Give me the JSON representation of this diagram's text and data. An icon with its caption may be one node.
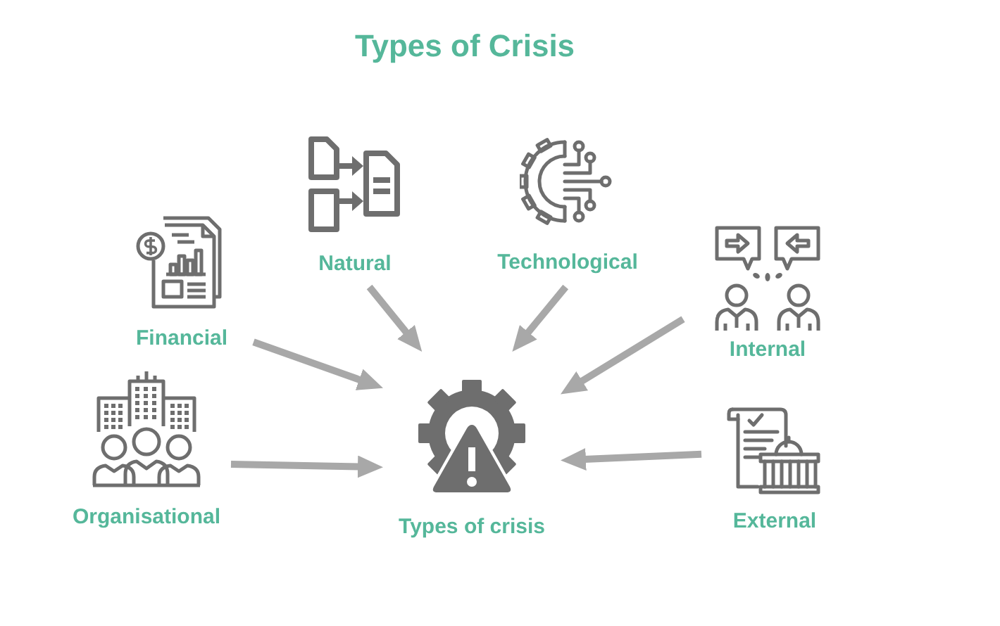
{
  "diagram": {
    "title": "Types of Crisis",
    "nodes": [
      {
        "text": [
          "Natural"
        ]
      },
      {
        "text": [
          "Technological"
        ]
      },
      {
        "text": [
          "Financial"
        ]
      },
      {
        "text": [
          "Internal"
        ]
      },
      {
        "text": [
          "Organisational"
        ]
      },
      {
        "text": [
          "Types of crisis"
        ]
      },
      {
        "text": [
          "External"
        ]
      }
    ],
    "edges": [
      {
        "from": 0,
        "to": 5,
        "arrow": "to"
      },
      {
        "from": 1,
        "to": 5,
        "arrow": "to"
      },
      {
        "from": 2,
        "to": 5,
        "arrow": "to"
      },
      {
        "from": 3,
        "to": 5,
        "arrow": "to"
      },
      {
        "from": 4,
        "to": 5,
        "arrow": "to"
      },
      {
        "from": 6,
        "to": 5,
        "arrow": "to"
      }
    ]
  }
}
